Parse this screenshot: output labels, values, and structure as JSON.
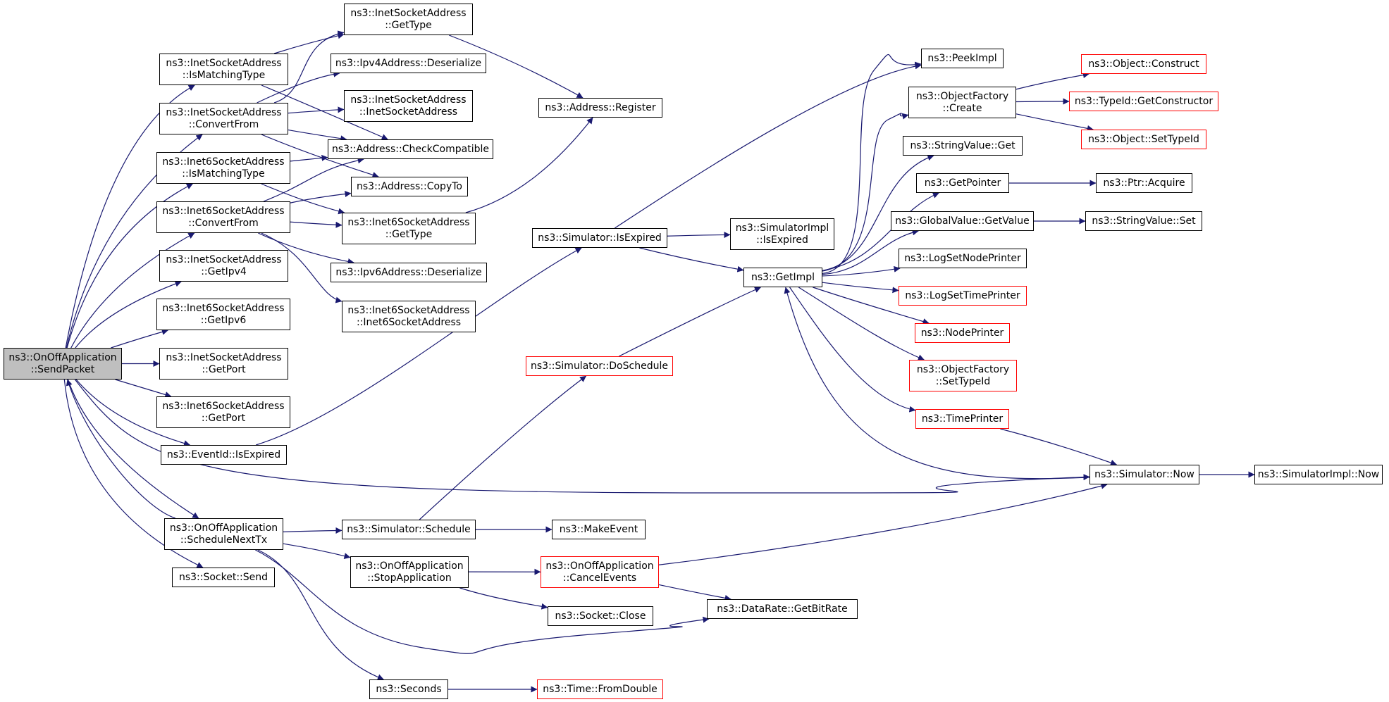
{
  "graph": {
    "colors": {
      "edge": "#191970",
      "node_border": "#000000",
      "red_border": "#ff0000",
      "root_fill": "#bfbfbf"
    },
    "nodes": [
      {
        "id": "onoff_send",
        "lines": [
          "ns3::OnOffApplication",
          "::SendPacket"
        ],
        "style": "root"
      },
      {
        "id": "inet_ismatch",
        "lines": [
          "ns3::InetSocketAddress",
          "::IsMatchingType"
        ],
        "style": "normal"
      },
      {
        "id": "inet_convert",
        "lines": [
          "ns3::InetSocketAddress",
          "::ConvertFrom"
        ],
        "style": "normal"
      },
      {
        "id": "inet6_ismatch",
        "lines": [
          "ns3::Inet6SocketAddress",
          "::IsMatchingType"
        ],
        "style": "normal"
      },
      {
        "id": "inet6_convert",
        "lines": [
          "ns3::Inet6SocketAddress",
          "::ConvertFrom"
        ],
        "style": "normal"
      },
      {
        "id": "inet_getipv4",
        "lines": [
          "ns3::InetSocketAddress",
          "::GetIpv4"
        ],
        "style": "normal"
      },
      {
        "id": "inet6_getipv6",
        "lines": [
          "ns3::Inet6SocketAddress",
          "::GetIpv6"
        ],
        "style": "normal"
      },
      {
        "id": "inet_getport",
        "lines": [
          "ns3::InetSocketAddress",
          "::GetPort"
        ],
        "style": "normal"
      },
      {
        "id": "inet6_getport",
        "lines": [
          "ns3::Inet6SocketAddress",
          "::GetPort"
        ],
        "style": "normal"
      },
      {
        "id": "eventid_isexpired",
        "lines": [
          "ns3::EventId::IsExpired"
        ],
        "style": "normal"
      },
      {
        "id": "onoff_schednext",
        "lines": [
          "ns3::OnOffApplication",
          "::ScheduleNextTx"
        ],
        "style": "normal"
      },
      {
        "id": "socket_send",
        "lines": [
          "ns3::Socket::Send"
        ],
        "style": "normal"
      },
      {
        "id": "inet_gettype",
        "lines": [
          "ns3::InetSocketAddress",
          "::GetType"
        ],
        "style": "normal"
      },
      {
        "id": "ipv4_deser",
        "lines": [
          "ns3::Ipv4Address::Deserialize"
        ],
        "style": "normal"
      },
      {
        "id": "inet_ctor",
        "lines": [
          "ns3::InetSocketAddress",
          "::InetSocketAddress"
        ],
        "style": "normal"
      },
      {
        "id": "addr_checkcompat",
        "lines": [
          "ns3::Address::CheckCompatible"
        ],
        "style": "normal"
      },
      {
        "id": "addr_copyto",
        "lines": [
          "ns3::Address::CopyTo"
        ],
        "style": "normal"
      },
      {
        "id": "inet6_gettype",
        "lines": [
          "ns3::Inet6SocketAddress",
          "::GetType"
        ],
        "style": "normal"
      },
      {
        "id": "ipv6_deser",
        "lines": [
          "ns3::Ipv6Address::Deserialize"
        ],
        "style": "normal"
      },
      {
        "id": "inet6_ctor",
        "lines": [
          "ns3::Inet6SocketAddress",
          "::Inet6SocketAddress"
        ],
        "style": "normal"
      },
      {
        "id": "addr_register",
        "lines": [
          "ns3::Address::Register"
        ],
        "style": "normal"
      },
      {
        "id": "sim_isexpired",
        "lines": [
          "ns3::Simulator::IsExpired"
        ],
        "style": "normal"
      },
      {
        "id": "sim_doschedule",
        "lines": [
          "ns3::Simulator::DoSchedule"
        ],
        "style": "red"
      },
      {
        "id": "sim_schedule",
        "lines": [
          "ns3::Simulator::Schedule"
        ],
        "style": "normal"
      },
      {
        "id": "onoff_stopapp",
        "lines": [
          "ns3::OnOffApplication",
          "::StopApplication"
        ],
        "style": "normal"
      },
      {
        "id": "seconds",
        "lines": [
          "ns3::Seconds"
        ],
        "style": "normal"
      },
      {
        "id": "simimpl_isexpired",
        "lines": [
          "ns3::SimulatorImpl",
          "::IsExpired"
        ],
        "style": "normal"
      },
      {
        "id": "makeevent",
        "lines": [
          "ns3::MakeEvent"
        ],
        "style": "normal"
      },
      {
        "id": "onoff_cancelevents",
        "lines": [
          "ns3::OnOffApplication",
          "::CancelEvents"
        ],
        "style": "red"
      },
      {
        "id": "socket_close",
        "lines": [
          "ns3::Socket::Close"
        ],
        "style": "normal"
      },
      {
        "id": "datarate_getbitrate",
        "lines": [
          "ns3::DataRate::GetBitRate"
        ],
        "style": "normal"
      },
      {
        "id": "time_fromdouble",
        "lines": [
          "ns3::Time::FromDouble"
        ],
        "style": "red"
      },
      {
        "id": "getimpl",
        "lines": [
          "ns3::GetImpl"
        ],
        "style": "normal"
      },
      {
        "id": "peekimpl",
        "lines": [
          "ns3::PeekImpl"
        ],
        "style": "normal"
      },
      {
        "id": "objfactory_create",
        "lines": [
          "ns3::ObjectFactory",
          "::Create"
        ],
        "style": "normal"
      },
      {
        "id": "stringvalue_get",
        "lines": [
          "ns3::StringValue::Get"
        ],
        "style": "normal"
      },
      {
        "id": "getpointer",
        "lines": [
          "ns3::GetPointer"
        ],
        "style": "normal"
      },
      {
        "id": "globalvalue_getvalue",
        "lines": [
          "ns3::GlobalValue::GetValue"
        ],
        "style": "normal"
      },
      {
        "id": "logsetnodeprinter",
        "lines": [
          "ns3::LogSetNodePrinter"
        ],
        "style": "normal"
      },
      {
        "id": "logsettimeprinter",
        "lines": [
          "ns3::LogSetTimePrinter"
        ],
        "style": "red"
      },
      {
        "id": "nodeprinter",
        "lines": [
          "ns3::NodePrinter"
        ],
        "style": "red"
      },
      {
        "id": "objfactory_settypeid",
        "lines": [
          "ns3::ObjectFactory",
          "::SetTypeId"
        ],
        "style": "red"
      },
      {
        "id": "timeprinter",
        "lines": [
          "ns3::TimePrinter"
        ],
        "style": "red"
      },
      {
        "id": "object_construct",
        "lines": [
          "ns3::Object::Construct"
        ],
        "style": "red"
      },
      {
        "id": "typeid_getctor",
        "lines": [
          "ns3::TypeId::GetConstructor"
        ],
        "style": "red"
      },
      {
        "id": "object_settypeid",
        "lines": [
          "ns3::Object::SetTypeId"
        ],
        "style": "red"
      },
      {
        "id": "ptr_acquire",
        "lines": [
          "ns3::Ptr::Acquire"
        ],
        "style": "normal"
      },
      {
        "id": "stringvalue_set",
        "lines": [
          "ns3::StringValue::Set"
        ],
        "style": "normal"
      },
      {
        "id": "sim_now",
        "lines": [
          "ns3::Simulator::Now"
        ],
        "style": "normal"
      },
      {
        "id": "simimpl_now",
        "lines": [
          "ns3::SimulatorImpl::Now"
        ],
        "style": "normal"
      }
    ]
  }
}
